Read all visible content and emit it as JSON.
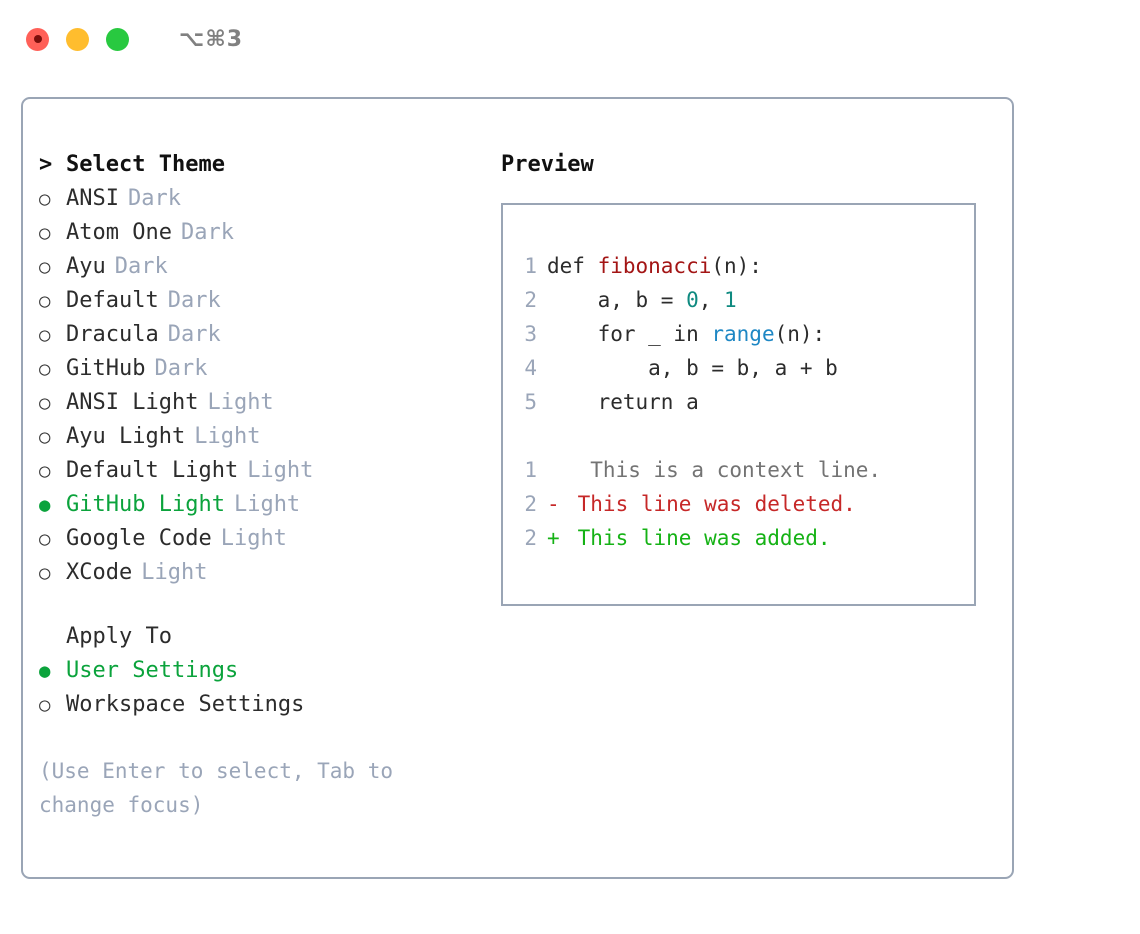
{
  "window": {
    "title": "⌥⌘3",
    "traffic_lights": [
      {
        "name": "close",
        "color": "#ff6058"
      },
      {
        "name": "minimize",
        "color": "#ffbd2e"
      },
      {
        "name": "maximize",
        "color": "#28c940"
      }
    ]
  },
  "colors": {
    "accent_green": "#0ba33c",
    "muted": "#9aa5b8",
    "border": "#9aa5b5",
    "text": "#2c2c2c",
    "fn_red": "#a31515",
    "num_teal": "#0f8a80",
    "call_blue": "#1e87c4",
    "diff_add": "#15b215",
    "diff_del": "#c62828",
    "diff_ctx": "#737373"
  },
  "theme_section": {
    "caret": ">",
    "heading": "Select Theme",
    "marker_off": "○",
    "marker_on": "●",
    "items": [
      {
        "label": "ANSI",
        "badge": "Dark",
        "selected": false
      },
      {
        "label": "Atom One",
        "badge": "Dark",
        "selected": false
      },
      {
        "label": "Ayu",
        "badge": "Dark",
        "selected": false
      },
      {
        "label": "Default",
        "badge": "Dark",
        "selected": false
      },
      {
        "label": "Dracula",
        "badge": "Dark",
        "selected": false
      },
      {
        "label": "GitHub",
        "badge": "Dark",
        "selected": false
      },
      {
        "label": "ANSI Light",
        "badge": "Light",
        "selected": false
      },
      {
        "label": "Ayu Light",
        "badge": "Light",
        "selected": false
      },
      {
        "label": "Default Light",
        "badge": "Light",
        "selected": false
      },
      {
        "label": "GitHub Light",
        "badge": "Light",
        "selected": true
      },
      {
        "label": "Google Code",
        "badge": "Light",
        "selected": false
      },
      {
        "label": "XCode",
        "badge": "Light",
        "selected": false
      }
    ]
  },
  "apply_section": {
    "heading": "Apply To",
    "marker_off": "○",
    "marker_on": "●",
    "items": [
      {
        "label": "User Settings",
        "selected": true
      },
      {
        "label": "Workspace Settings",
        "selected": false
      }
    ]
  },
  "hint": "(Use Enter to select, Tab to change focus)",
  "preview": {
    "heading": "Preview",
    "code_lines": [
      {
        "num": "1",
        "tokens": [
          {
            "t": "def ",
            "c": "kw"
          },
          {
            "t": "fibonacci",
            "c": "fn"
          },
          {
            "t": "(n):",
            "c": "plain"
          }
        ]
      },
      {
        "num": "2",
        "tokens": [
          {
            "t": "    a, b = ",
            "c": "plain"
          },
          {
            "t": "0",
            "c": "num"
          },
          {
            "t": ", ",
            "c": "plain"
          },
          {
            "t": "1",
            "c": "num"
          }
        ]
      },
      {
        "num": "3",
        "tokens": [
          {
            "t": "    for _ in ",
            "c": "plain"
          },
          {
            "t": "range",
            "c": "call"
          },
          {
            "t": "(n):",
            "c": "plain"
          }
        ]
      },
      {
        "num": "4",
        "tokens": [
          {
            "t": "        a, b = b, a + b",
            "c": "plain"
          }
        ]
      },
      {
        "num": "5",
        "tokens": [
          {
            "t": "    return a",
            "c": "plain"
          }
        ]
      }
    ],
    "diff_lines": [
      {
        "num": "1",
        "sign": " ",
        "text": "  This is a context line.",
        "kind": "ctx"
      },
      {
        "num": "2",
        "sign": "-",
        "text": " This line was deleted.",
        "kind": "del"
      },
      {
        "num": "2",
        "sign": "+",
        "text": " This line was added.",
        "kind": "add"
      }
    ]
  }
}
